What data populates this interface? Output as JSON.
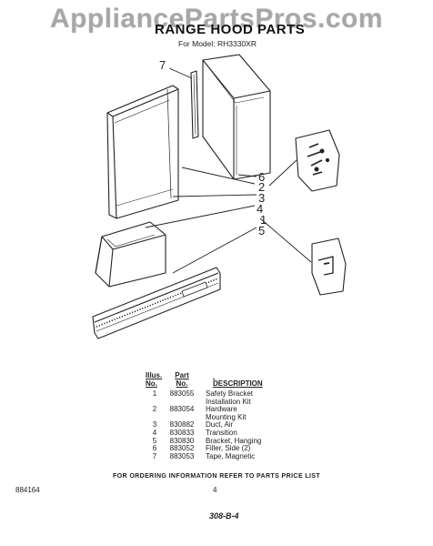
{
  "watermark": "AppliancePartsPros.com",
  "title": "RANGE HOOD PARTS",
  "model": "For Model: RH3330XR",
  "callouts": [
    "7",
    "6",
    "2",
    "3",
    "4",
    "1",
    "5"
  ],
  "table": {
    "headers": {
      "illus": [
        "Illus.",
        "No."
      ],
      "part": [
        "Part",
        "No."
      ],
      "description": "DESCRIPTION"
    },
    "rows": [
      {
        "illus": "1",
        "part": "883055",
        "desc": [
          "Safety Bracket",
          "Installation Kit"
        ]
      },
      {
        "illus": "2",
        "part": "883054",
        "desc": [
          "Hardware",
          "Mounting Kit"
        ]
      },
      {
        "illus": "3",
        "part": "830882",
        "desc": [
          "Duct, Air"
        ]
      },
      {
        "illus": "4",
        "part": "830833",
        "desc": [
          "Transition"
        ]
      },
      {
        "illus": "5",
        "part": "830830",
        "desc": [
          "Bracket, Hanging"
        ]
      },
      {
        "illus": "6",
        "part": "883052",
        "desc": [
          "Filler, Side (2)"
        ]
      },
      {
        "illus": "7",
        "part": "883053",
        "desc": [
          "Tape, Magnetic"
        ]
      }
    ]
  },
  "footer_note": "FOR ORDERING INFORMATION REFER TO PARTS PRICE LIST",
  "reference": "884164",
  "page_number": "4",
  "handwritten": "308-B-4"
}
